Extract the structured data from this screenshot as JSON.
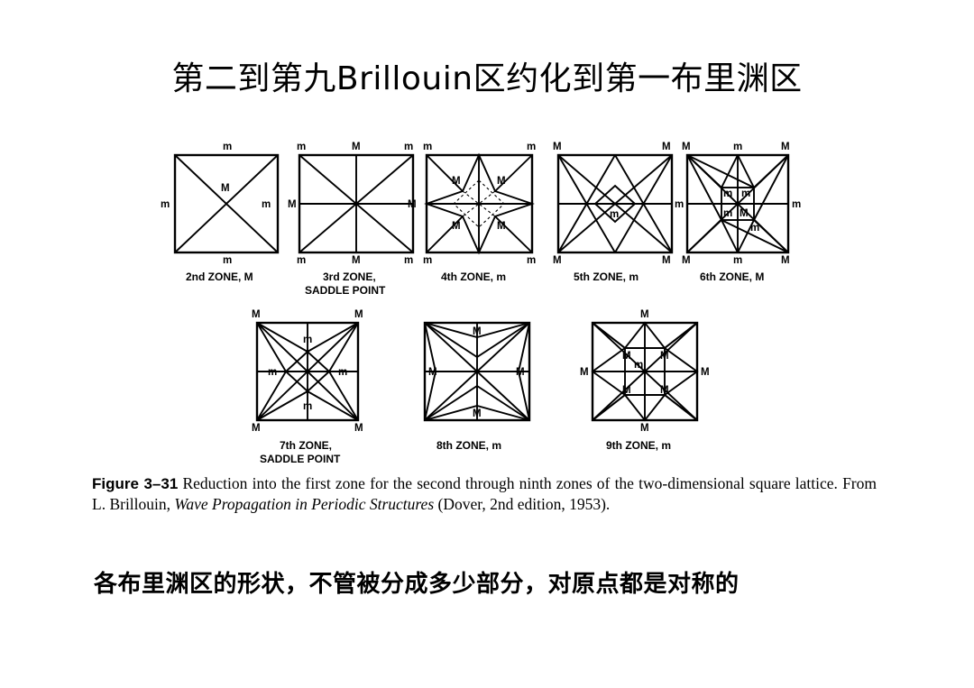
{
  "slide_title": "第二到第九Brillouin区约化到第一布里渊区",
  "labels": {
    "m": "m",
    "M": "M"
  },
  "zones": [
    {
      "label": "2nd ZONE, M"
    },
    {
      "label_line1": "3rd ZONE,",
      "label_line2": "SADDLE POINT"
    },
    {
      "label": "4th ZONE, m"
    },
    {
      "label": "5th ZONE, m"
    },
    {
      "label": "6th ZONE, M"
    },
    {
      "label_line1": "7th ZONE,",
      "label_line2": "SADDLE POINT"
    },
    {
      "label": "8th ZONE, m"
    },
    {
      "label": "9th ZONE, m"
    }
  ],
  "caption": {
    "fig_label": "Figure 3–31",
    "text_before_italic": " Reduction into the first zone for the second through ninth zones of the two-dimensional square lattice. From L. Brillouin, ",
    "book_title": "Wave Propagation in Periodic Structures",
    "text_after_italic": " (Dover, 2nd edition, 1953)."
  },
  "summary": "各布里渊区的形状，不管被分成多少部分，对原点都是对称的"
}
